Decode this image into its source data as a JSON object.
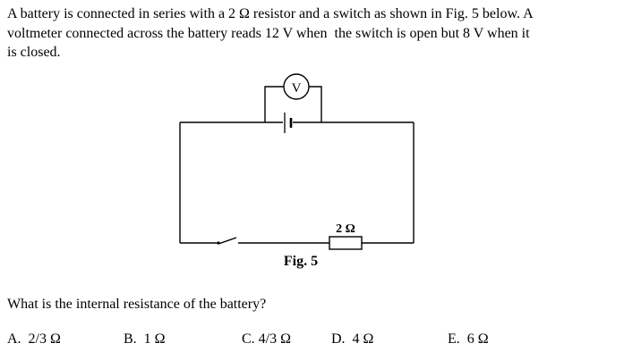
{
  "colors": {
    "background": "#ffffff",
    "ink": "#000000"
  },
  "problem": {
    "statement_lines": [
      "A battery is connected in series with a 2 Ω resistor and a switch as shown in Fig. 5 below. A",
      "voltmeter connected across the battery reads 12 V when  the switch is open but 8 V when it",
      "is closed."
    ],
    "question": "What is the internal resistance of the battery?"
  },
  "figure": {
    "caption": "Fig. 5",
    "voltmeter_label": "V",
    "resistor_label": "2 Ω"
  },
  "choices": [
    {
      "text": "A.  2/3 Ω"
    },
    {
      "text": "B.  1 Ω"
    },
    {
      "text": "C. 4/3 Ω"
    },
    {
      "text": "D.  4 Ω"
    },
    {
      "text": "E.  6 Ω"
    }
  ]
}
